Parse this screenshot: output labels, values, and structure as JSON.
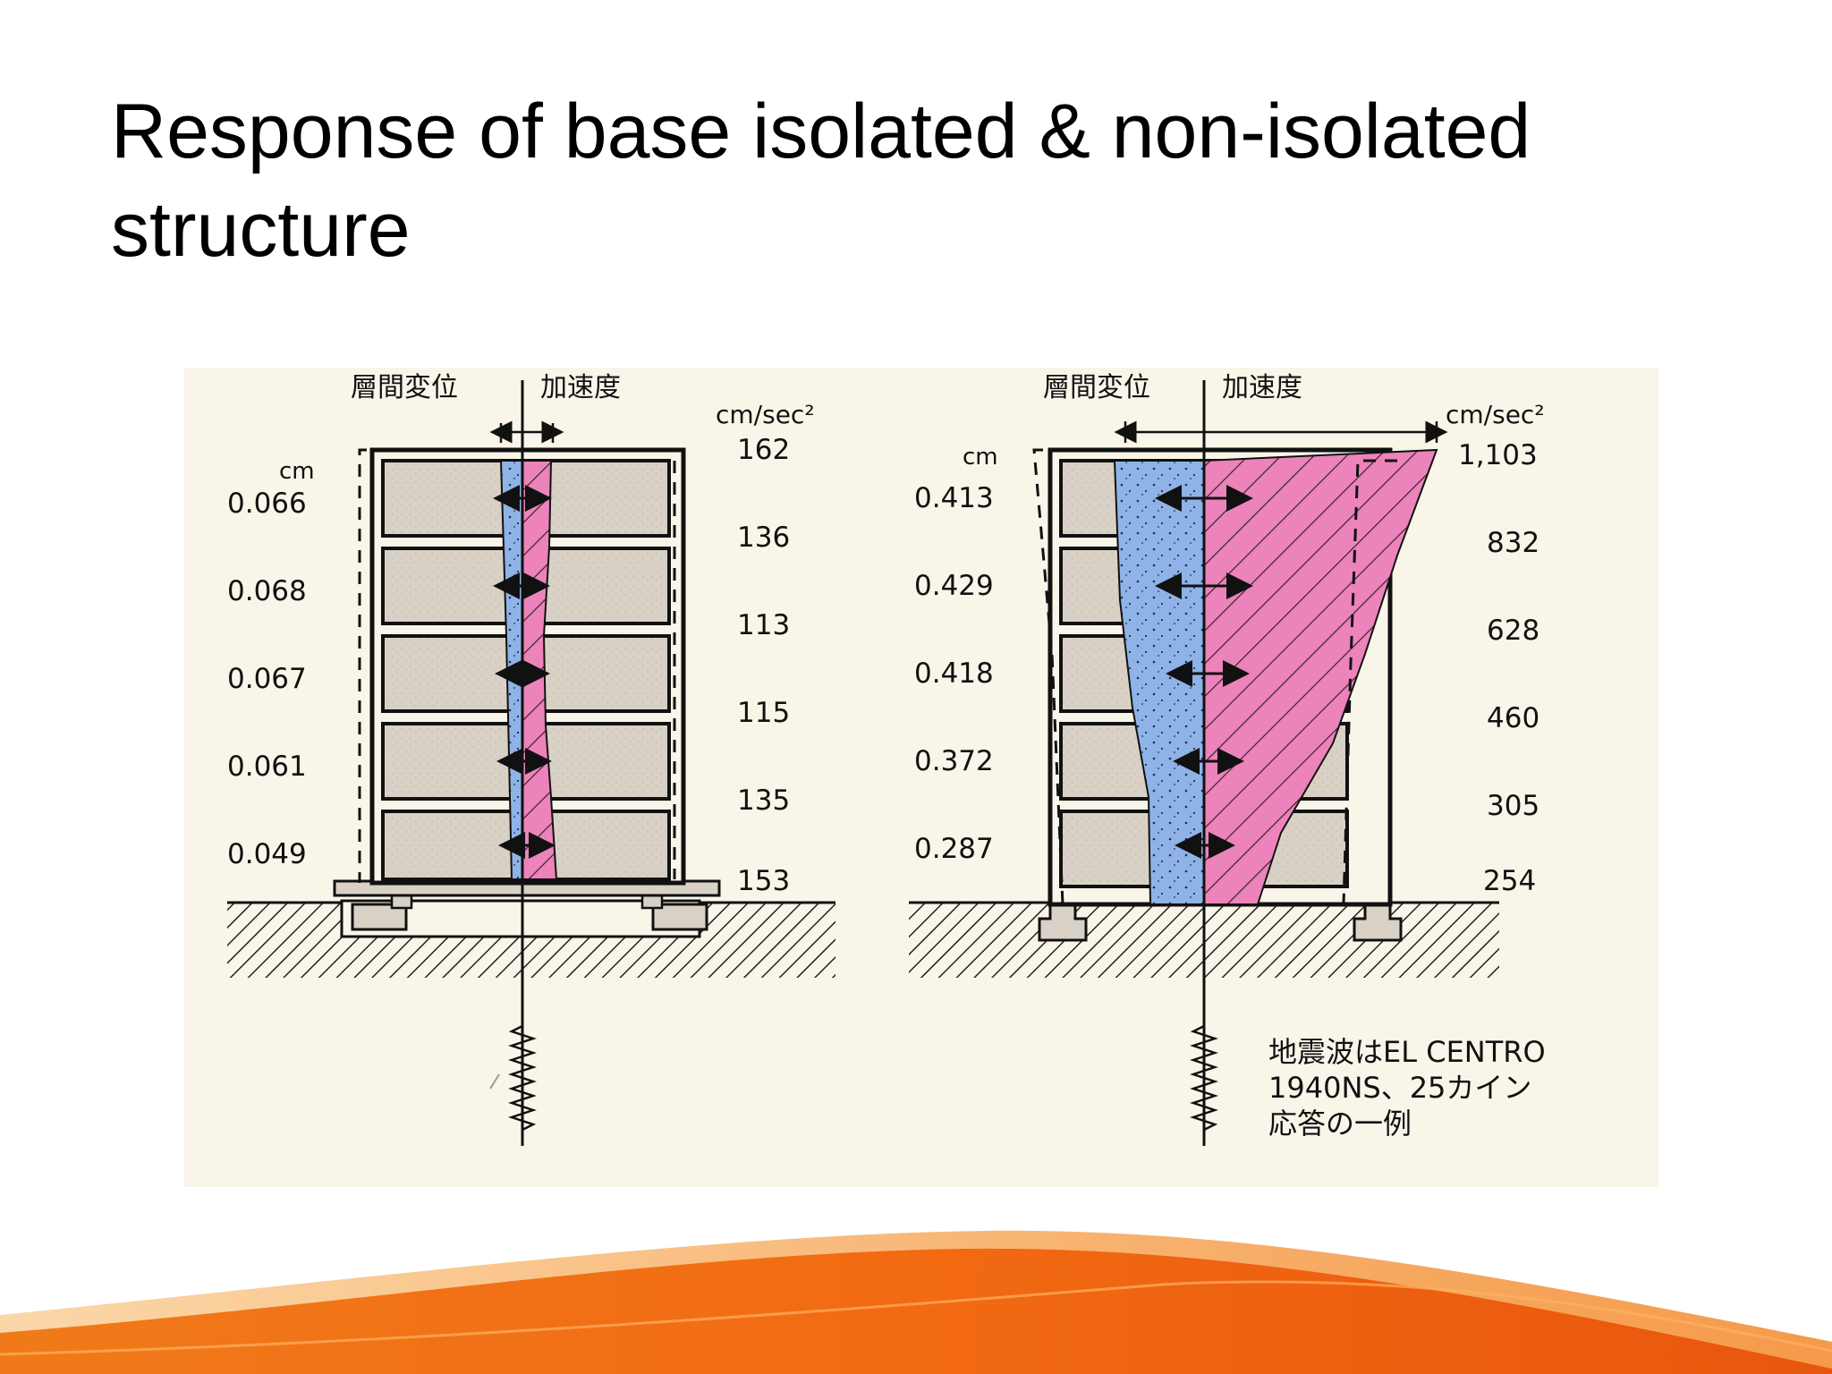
{
  "slide": {
    "title_line1": "Response of base isolated & non-isolated",
    "title_line2": "structure"
  },
  "diagram": {
    "left_building": {
      "header_drift": "層間変位",
      "header_accel": "加速度",
      "drift_unit": "cm",
      "accel_unit": "cm/sec²",
      "drifts": [
        "0.066",
        "0.068",
        "0.067",
        "0.061",
        "0.049"
      ],
      "accels": [
        "162",
        "136",
        "113",
        "115",
        "135",
        "153"
      ]
    },
    "right_building": {
      "header_drift": "層間変位",
      "header_accel": "加速度",
      "drift_unit": "cm",
      "accel_unit": "cm/sec²",
      "drifts": [
        "0.413",
        "0.429",
        "0.418",
        "0.372",
        "0.287"
      ],
      "accels": [
        "1,103",
        "832",
        "628",
        "460",
        "305",
        "254"
      ]
    },
    "note_line1": "地震波はEL CENTRO",
    "note_line2": "1940NS、25カイン",
    "note_line3": "応答の一例"
  },
  "colors": {
    "drift_fill": "#8fb3e6",
    "accel_fill": "#ec83ba",
    "wall_fill": "#d9d1c6",
    "figure_bg": "#faf5e9",
    "accent_orange": "#f06a10"
  }
}
